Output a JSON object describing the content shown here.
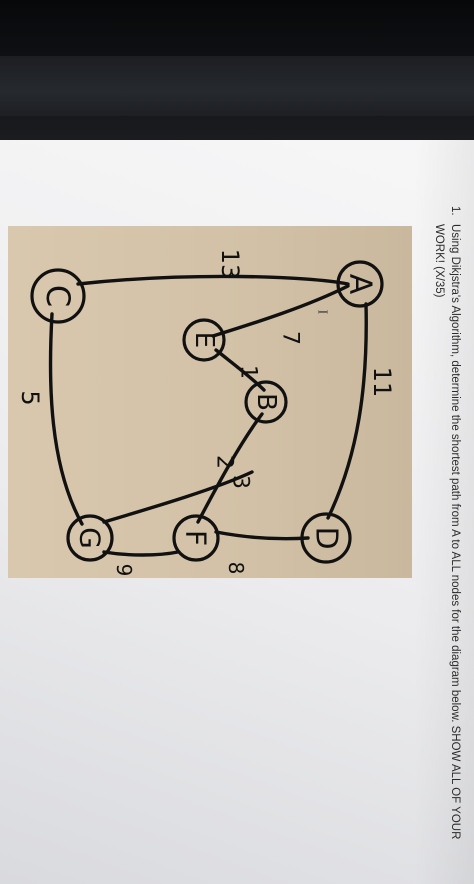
{
  "question": {
    "number": "1.",
    "line1": "Using Dikjstra's Algorithm, determine the shortest path from A to ALL nodes for the diagram below. SHOW ALL OF YOUR",
    "line2": "WORK! (X/35)"
  },
  "graph": {
    "nodes": [
      {
        "id": "A",
        "label": "A"
      },
      {
        "id": "B",
        "label": "B"
      },
      {
        "id": "C",
        "label": "C"
      },
      {
        "id": "D",
        "label": "D"
      },
      {
        "id": "E",
        "label": "E"
      },
      {
        "id": "F",
        "label": "F"
      },
      {
        "id": "G",
        "label": "G"
      }
    ],
    "edges": [
      {
        "from": "A",
        "to": "C",
        "weight": "13"
      },
      {
        "from": "A",
        "to": "E",
        "weight": "7"
      },
      {
        "from": "A",
        "to": "D",
        "weight": "11"
      },
      {
        "from": "E",
        "to": "B",
        "weight": "1"
      },
      {
        "from": "C",
        "to": "G",
        "weight": "5"
      },
      {
        "from": "G",
        "to": "B",
        "weight": "2"
      },
      {
        "from": "G",
        "to": "F",
        "weight": "9"
      },
      {
        "from": "B",
        "to": "F",
        "weight": "3"
      },
      {
        "from": "F",
        "to": "D",
        "weight": "8"
      }
    ],
    "cursor": "I"
  },
  "colors": {
    "paper": "#d5c4a9",
    "ink": "#111111",
    "screen": "#f2f2f4",
    "bezel": "#0c0d10"
  }
}
